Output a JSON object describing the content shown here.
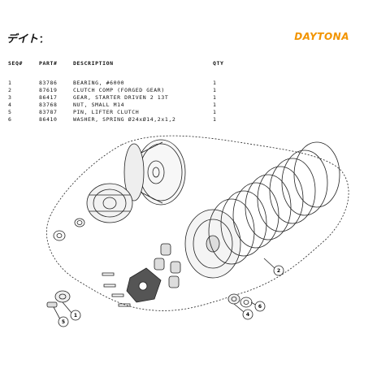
{
  "header": {
    "jp_logo": "デイトナ",
    "brand": "DAYTONA"
  },
  "table": {
    "columns": {
      "seq": "SEQ#",
      "part": "PART#",
      "description": "DESCRIPTION",
      "qty": "QTY"
    },
    "rows": [
      {
        "seq": "1",
        "part": "83786",
        "description": "BEARING, #6000",
        "qty": "1"
      },
      {
        "seq": "2",
        "part": "87619",
        "description": "CLUTCH COMP (FORGED GEAR)",
        "qty": "1"
      },
      {
        "seq": "3",
        "part": "86417",
        "description": "GEAR, STARTER DRIVEN 2 13T",
        "qty": "1"
      },
      {
        "seq": "4",
        "part": "83768",
        "description": "NUT, SMALL M14",
        "qty": "1"
      },
      {
        "seq": "5",
        "part": "83787",
        "description": "PIN, LIFTER CLUTCH",
        "qty": "1"
      },
      {
        "seq": "6",
        "part": "86410",
        "description": "WASHER, SPRING Ø24xØ14,2x1,2",
        "qty": "1"
      }
    ]
  },
  "callouts": [
    "1",
    "2",
    "4",
    "5",
    "6"
  ],
  "colors": {
    "brand": "#f29400",
    "ink": "#111111"
  }
}
